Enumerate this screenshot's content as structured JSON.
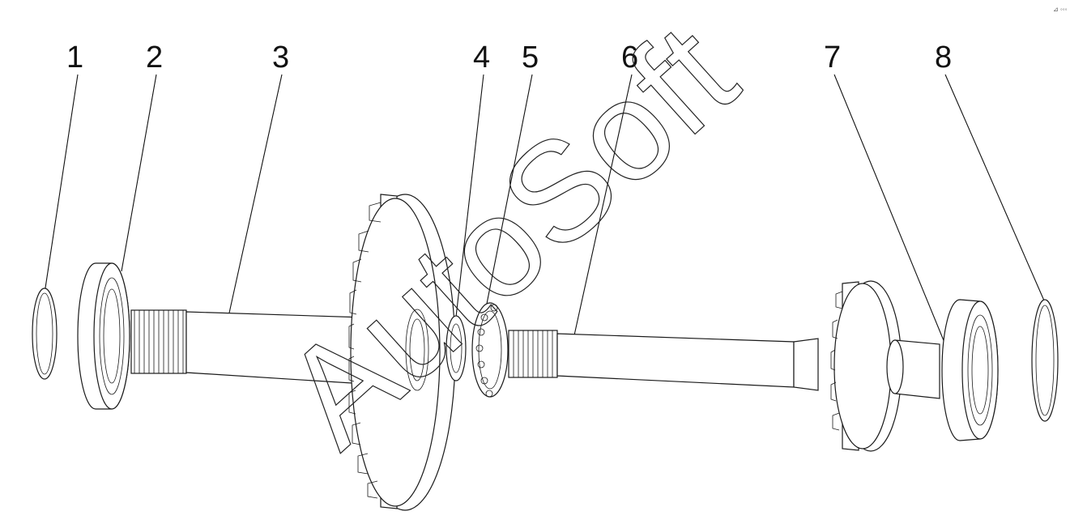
{
  "callouts": [
    "1",
    "2",
    "3",
    "4",
    "5",
    "6",
    "7",
    "8"
  ],
  "watermark": "AutoSoft",
  "corner_mark": "⊿ ◦◦◦"
}
